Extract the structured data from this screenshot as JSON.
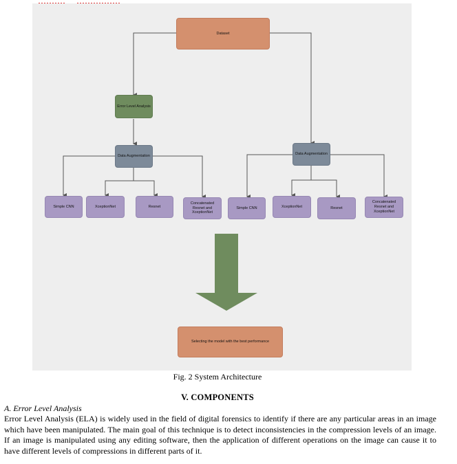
{
  "figure": {
    "nodes": {
      "dataset": "Dataset",
      "ela": "Error Level Analysis",
      "aug_left": "Data Augmentation",
      "aug_right": "Data Augmentation",
      "left_models": [
        "Simple CNN",
        "XceptionNet",
        "Resnet",
        "Concatenated Resnet and XceptionNet"
      ],
      "right_models": [
        "Simple CNN",
        "XceptionNet",
        "Resnet",
        "Concatenated Resnet and XceptionNet"
      ],
      "final": "Selecting the model with the best performance"
    },
    "colors": {
      "background": "#eeeeee",
      "dataset": "#d4906e",
      "ela": "#6f8c5e",
      "augmentation": "#7d8a99",
      "models": "#a899c3",
      "arrow": "#6f8c5e",
      "connector": "#555555"
    }
  },
  "caption": "Fig. 2 System Architecture",
  "section_heading": "V.  COMPONENTS",
  "subsection_heading": "A.  Error Level Analysis",
  "paragraph": "Error Level Analysis (ELA) is widely used in the field of digital forensics to identify if there are any particular areas in an image which have been manipulated. The main goal of this technique is to detect inconsistencies in the compression levels of an image. If an image is manipulated using any editing software, then the application of different operations on the image can cause it to have different levels of compressions in different parts of it."
}
